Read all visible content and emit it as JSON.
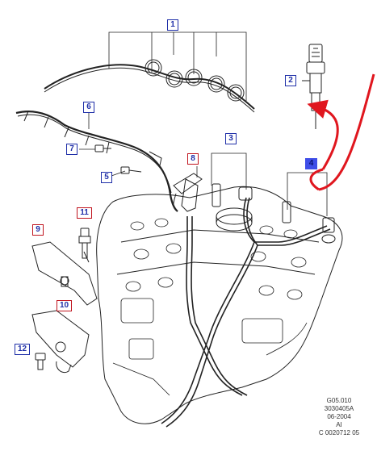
{
  "callouts": {
    "c1": "1",
    "c2": "2",
    "c3": "3",
    "c4": "4",
    "c5": "5",
    "c6": "6",
    "c7": "7",
    "c8": "8",
    "c9": "9",
    "c10": "10",
    "c11": "11",
    "c12": "12"
  },
  "drawing_info": {
    "line1": "G05.010",
    "line2": "3030405A",
    "line3": "06-2004",
    "line4": "AI",
    "line5": "C 0020712 05"
  },
  "colors": {
    "line_art": "#222222",
    "callout_blue": "#1f2fa8",
    "callout_red": "#c0141e",
    "highlight": "#3f4ee8",
    "arrow": "#e0161e"
  }
}
